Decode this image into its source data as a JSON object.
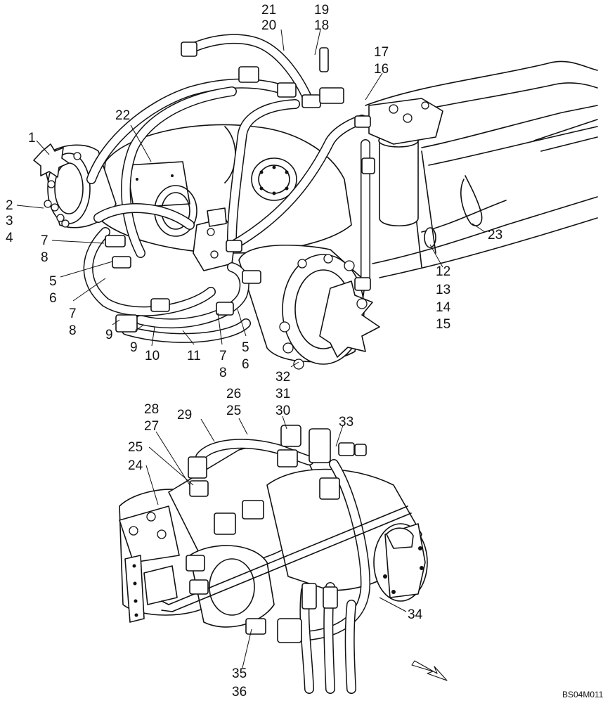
{
  "document_code": "BS04M011",
  "upper_view": {
    "callouts": [
      {
        "id": "c21",
        "text": "21"
      },
      {
        "id": "c20",
        "text": "20"
      },
      {
        "id": "c19",
        "text": "19"
      },
      {
        "id": "c18",
        "text": "18"
      },
      {
        "id": "c17",
        "text": "17"
      },
      {
        "id": "c16",
        "text": "16"
      },
      {
        "id": "c22",
        "text": "22"
      },
      {
        "id": "c1",
        "text": "1"
      },
      {
        "id": "c2",
        "text": "2"
      },
      {
        "id": "c3",
        "text": "3"
      },
      {
        "id": "c4",
        "text": "4"
      },
      {
        "id": "c7a",
        "text": "7"
      },
      {
        "id": "c8a",
        "text": "8"
      },
      {
        "id": "c5a",
        "text": "5"
      },
      {
        "id": "c6a",
        "text": "6"
      },
      {
        "id": "c7b",
        "text": "7"
      },
      {
        "id": "c8b",
        "text": "8"
      },
      {
        "id": "c9a",
        "text": "9"
      },
      {
        "id": "c9b",
        "text": "9"
      },
      {
        "id": "c10",
        "text": "10"
      },
      {
        "id": "c11",
        "text": "11"
      },
      {
        "id": "c7c",
        "text": "7"
      },
      {
        "id": "c8c",
        "text": "8"
      },
      {
        "id": "c5b",
        "text": "5"
      },
      {
        "id": "c6b",
        "text": "6"
      },
      {
        "id": "c32",
        "text": "32"
      },
      {
        "id": "c23",
        "text": "23"
      },
      {
        "id": "c12",
        "text": "12"
      },
      {
        "id": "c13",
        "text": "13"
      },
      {
        "id": "c14",
        "text": "14"
      },
      {
        "id": "c15",
        "text": "15"
      }
    ]
  },
  "lower_view": {
    "callouts": [
      {
        "id": "c31",
        "text": "31"
      },
      {
        "id": "c30",
        "text": "30"
      },
      {
        "id": "c26",
        "text": "26"
      },
      {
        "id": "c25a",
        "text": "25"
      },
      {
        "id": "c28",
        "text": "28"
      },
      {
        "id": "c27",
        "text": "27"
      },
      {
        "id": "c29",
        "text": "29"
      },
      {
        "id": "c33",
        "text": "33"
      },
      {
        "id": "c25b",
        "text": "25"
      },
      {
        "id": "c24",
        "text": "24"
      },
      {
        "id": "c34",
        "text": "34"
      },
      {
        "id": "c35",
        "text": "35"
      },
      {
        "id": "c36",
        "text": "36"
      }
    ]
  }
}
